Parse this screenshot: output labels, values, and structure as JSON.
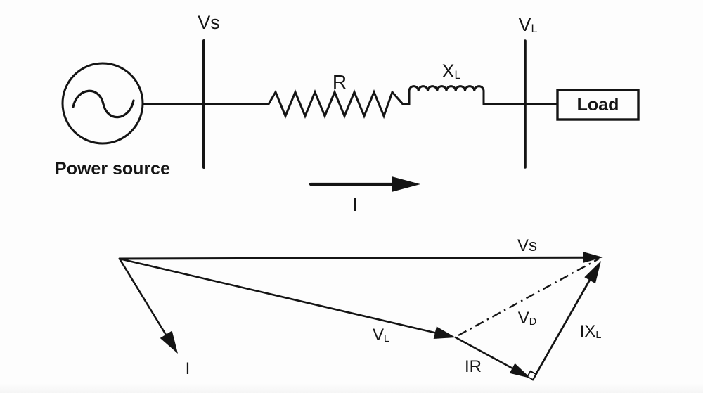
{
  "circuit": {
    "source_label": "Power source",
    "source_bus_label": "Vs",
    "load_bus_label": {
      "main": "V",
      "sub": "L"
    },
    "resistor_label": "R",
    "inductor_label": {
      "main": "X",
      "sub": "L"
    },
    "load_label": "Load",
    "current_label": "I"
  },
  "phasor": {
    "vs_label": "Vs",
    "current_label": "I",
    "vl_label": {
      "main": "V",
      "sub": "L"
    },
    "ir_label": "IR",
    "ixl_label": {
      "main": "IX",
      "sub": "L"
    },
    "vd_label": {
      "main": "V",
      "sub": "D"
    }
  },
  "colors": {
    "ink": "#141414",
    "background": "#fdfdfd"
  }
}
